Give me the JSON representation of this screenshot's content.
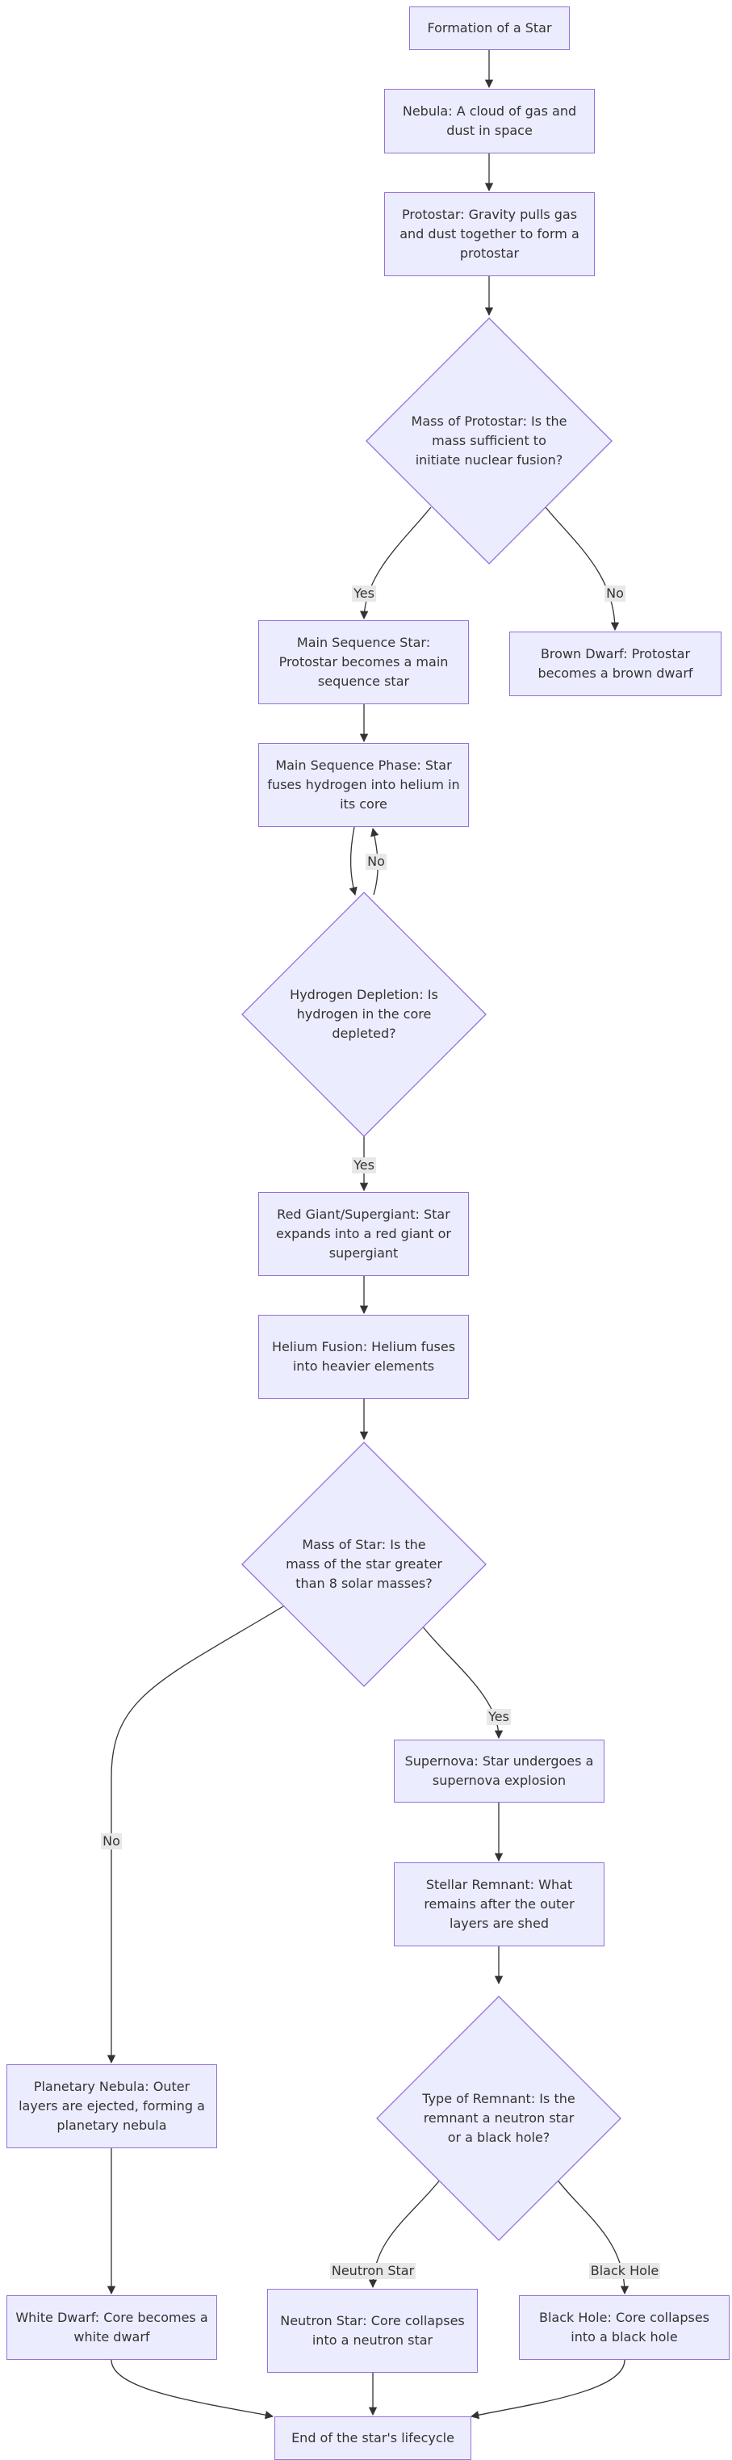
{
  "nodes": {
    "formation": "Formation of a Star",
    "nebula": "Nebula: A cloud of gas and dust in space",
    "protostar": "Protostar: Gravity pulls gas and dust together to form a protostar",
    "mass_decision": "Mass of Protostar: Is the mass sufficient to initiate nuclear fusion?",
    "main_sequence_star": "Main Sequence Star: Protostar becomes a main sequence star",
    "brown_dwarf": "Brown Dwarf: Protostar becomes a brown dwarf",
    "main_sequence_phase": "Main Sequence Phase: Star fuses hydrogen into helium in its core",
    "hydrogen_decision": "Hydrogen Depletion: Is hydrogen in the core depleted?",
    "red_giant": "Red Giant/Supergiant: Star expands into a red giant or supergiant",
    "helium_fusion": "Helium Fusion: Helium fuses into heavier elements",
    "star_mass_decision": "Mass of Star: Is the mass of the star greater than 8 solar masses?",
    "supernova": "Supernova: Star undergoes a supernova explosion",
    "stellar_remnant": "Stellar Remnant: What remains after the outer layers are shed",
    "planetary_nebula": "Planetary Nebula: Outer layers are ejected, forming a planetary nebula",
    "remnant_decision": "Type of Remnant: Is the remnant a neutron star or a black hole?",
    "white_dwarf": "White Dwarf: Core becomes a white dwarf",
    "neutron_star": "Neutron Star: Core collapses into a neutron star",
    "black_hole": "Black Hole: Core collapses into a black hole",
    "end": "End of the star's lifecycle"
  },
  "edge_labels": {
    "mass_yes": "Yes",
    "mass_no": "No",
    "hydrogen_no": "No",
    "hydrogen_yes": "Yes",
    "star_mass_yes": "Yes",
    "star_mass_no": "No",
    "remnant_neutron": "Neutron Star",
    "remnant_black_hole": "Black Hole"
  },
  "colors": {
    "node_fill": "#ececff",
    "node_stroke": "#9370db",
    "edge": "#333333",
    "text": "#333333",
    "label_bg": "#e8e8e8"
  }
}
